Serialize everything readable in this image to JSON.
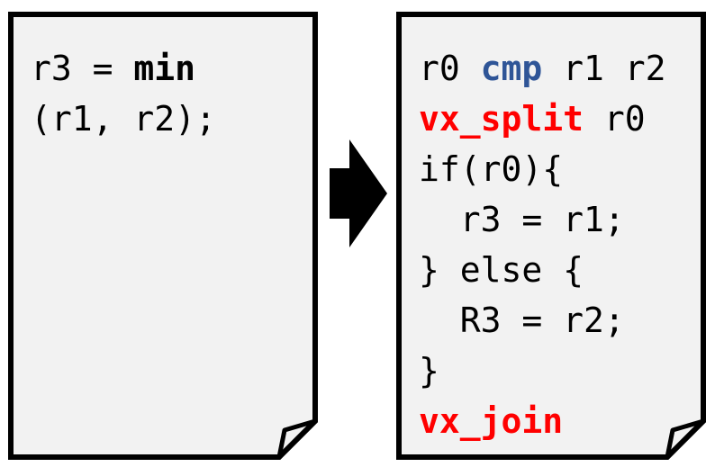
{
  "left_doc": {
    "lines": [
      [
        {
          "text": "r3 = ",
          "style": "plain"
        },
        {
          "text": "min",
          "style": "bold"
        }
      ],
      [
        {
          "text": "(r1, r2);",
          "style": "plain"
        }
      ]
    ]
  },
  "right_doc": {
    "lines": [
      [
        {
          "text": "r0 ",
          "style": "plain"
        },
        {
          "text": "cmp",
          "style": "blue"
        },
        {
          "text": " r1 r2",
          "style": "plain"
        }
      ],
      [
        {
          "text": "vx_split",
          "style": "red"
        },
        {
          "text": " r0",
          "style": "plain"
        }
      ],
      [
        {
          "text": "if(r0){",
          "style": "plain"
        }
      ],
      [
        {
          "text": "  r3 = r1;",
          "style": "plain"
        }
      ],
      [
        {
          "text": "} else {",
          "style": "plain"
        }
      ],
      [
        {
          "text": "  R3 = r2;",
          "style": "plain"
        }
      ],
      [
        {
          "text": "}",
          "style": "plain"
        }
      ],
      [
        {
          "text": "vx_join",
          "style": "red"
        }
      ]
    ]
  },
  "colors": {
    "page_fill": "#F2F2F2",
    "border": "#000000",
    "keyword_blue": "#2F5597",
    "keyword_red": "#FF0000",
    "arrow": "#000000"
  },
  "icons": {
    "arrow": "right-arrow-icon",
    "page": "document-icon"
  }
}
